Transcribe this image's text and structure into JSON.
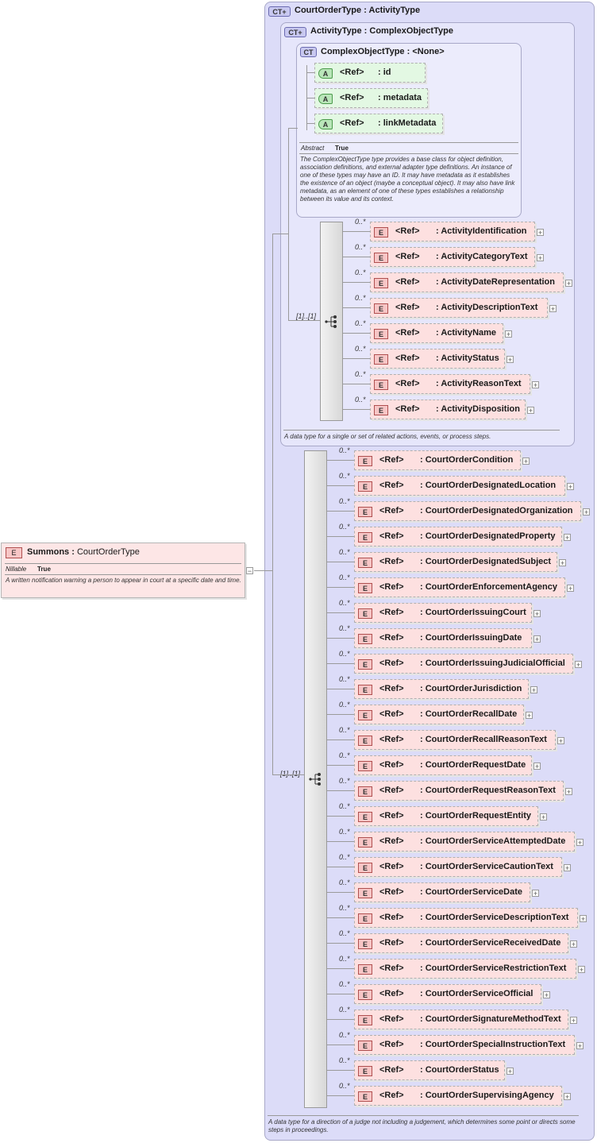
{
  "root": {
    "tag": "E",
    "name": "Summons",
    "type": "CourtOrderType",
    "nillable_key": "Nillable",
    "nillable_value": "True",
    "description": "A written notification warning a person to appear in court at a specific date and time."
  },
  "court_order_type": {
    "badge": "CT",
    "name": "CourtOrderType",
    "base": "ActivityType",
    "sequence_cardinality": "[1]..[1]",
    "description": "A data type for a direction of a judge not including a judgement, which determines some point or directs some steps in proceedings.",
    "elements": [
      {
        "ref": "<Ref>",
        "name": "CourtOrderCondition",
        "card": "0..*"
      },
      {
        "ref": "<Ref>",
        "name": "CourtOrderDesignatedLocation",
        "card": "0..*"
      },
      {
        "ref": "<Ref>",
        "name": "CourtOrderDesignatedOrganization",
        "card": "0..*"
      },
      {
        "ref": "<Ref>",
        "name": "CourtOrderDesignatedProperty",
        "card": "0..*"
      },
      {
        "ref": "<Ref>",
        "name": "CourtOrderDesignatedSubject",
        "card": "0..*"
      },
      {
        "ref": "<Ref>",
        "name": "CourtOrderEnforcementAgency",
        "card": "0..*"
      },
      {
        "ref": "<Ref>",
        "name": "CourtOrderIssuingCourt",
        "card": "0..*"
      },
      {
        "ref": "<Ref>",
        "name": "CourtOrderIssuingDate",
        "card": "0..*"
      },
      {
        "ref": "<Ref>",
        "name": "CourtOrderIssuingJudicialOfficial",
        "card": "0..*"
      },
      {
        "ref": "<Ref>",
        "name": "CourtOrderJurisdiction",
        "card": "0..*"
      },
      {
        "ref": "<Ref>",
        "name": "CourtOrderRecallDate",
        "card": "0..*"
      },
      {
        "ref": "<Ref>",
        "name": "CourtOrderRecallReasonText",
        "card": "0..*"
      },
      {
        "ref": "<Ref>",
        "name": "CourtOrderRequestDate",
        "card": "0..*"
      },
      {
        "ref": "<Ref>",
        "name": "CourtOrderRequestReasonText",
        "card": "0..*"
      },
      {
        "ref": "<Ref>",
        "name": "CourtOrderRequestEntity",
        "card": "0..*"
      },
      {
        "ref": "<Ref>",
        "name": "CourtOrderServiceAttemptedDate",
        "card": "0..*"
      },
      {
        "ref": "<Ref>",
        "name": "CourtOrderServiceCautionText",
        "card": "0..*"
      },
      {
        "ref": "<Ref>",
        "name": "CourtOrderServiceDate",
        "card": "0..*"
      },
      {
        "ref": "<Ref>",
        "name": "CourtOrderServiceDescriptionText",
        "card": "0..*"
      },
      {
        "ref": "<Ref>",
        "name": "CourtOrderServiceReceivedDate",
        "card": "0..*"
      },
      {
        "ref": "<Ref>",
        "name": "CourtOrderServiceRestrictionText",
        "card": "0..*"
      },
      {
        "ref": "<Ref>",
        "name": "CourtOrderServiceOfficial",
        "card": "0..*"
      },
      {
        "ref": "<Ref>",
        "name": "CourtOrderSignatureMethodText",
        "card": "0..*"
      },
      {
        "ref": "<Ref>",
        "name": "CourtOrderSpecialInstructionText",
        "card": "0..*"
      },
      {
        "ref": "<Ref>",
        "name": "CourtOrderStatus",
        "card": "0..*"
      },
      {
        "ref": "<Ref>",
        "name": "CourtOrderSupervisingAgency",
        "card": "0..*"
      }
    ]
  },
  "activity_type": {
    "badge": "CT",
    "name": "ActivityType",
    "base": "ComplexObjectType",
    "sequence_cardinality": "[1]..[1]",
    "description": "A data type for a single or set of related actions, events, or process steps.",
    "elements": [
      {
        "ref": "<Ref>",
        "name": "ActivityIdentification",
        "card": "0..*"
      },
      {
        "ref": "<Ref>",
        "name": "ActivityCategoryText",
        "card": "0..*"
      },
      {
        "ref": "<Ref>",
        "name": "ActivityDateRepresentation",
        "card": "0..*"
      },
      {
        "ref": "<Ref>",
        "name": "ActivityDescriptionText",
        "card": "0..*"
      },
      {
        "ref": "<Ref>",
        "name": "ActivityName",
        "card": "0..*"
      },
      {
        "ref": "<Ref>",
        "name": "ActivityStatus",
        "card": "0..*"
      },
      {
        "ref": "<Ref>",
        "name": "ActivityReasonText",
        "card": "0..*"
      },
      {
        "ref": "<Ref>",
        "name": "ActivityDisposition",
        "card": "0..*"
      }
    ]
  },
  "complex_object_type": {
    "badge": "CT",
    "name": "ComplexObjectType",
    "base": "<None>",
    "abstract_key": "Abstract",
    "abstract_value": "True",
    "description": "The ComplexObjectType type provides a base class for object definition, association definitions, and external adapter type definitions. An instance of one of these types may have an ID. It may have metadata as it establishes the existence of an object (maybe a conceptual object). It may also have link metadata, as an element of one of these types establishes a relationship between its value and its context.",
    "attributes": [
      {
        "ref": "<Ref>",
        "name": "id"
      },
      {
        "ref": "<Ref>",
        "name": "metadata"
      },
      {
        "ref": "<Ref>",
        "name": "linkMetadata"
      }
    ]
  },
  "glyphs": {
    "element_tag": "E",
    "attribute_tag": "A",
    "expand": "+",
    "collapse": "−",
    "separator": ":"
  }
}
